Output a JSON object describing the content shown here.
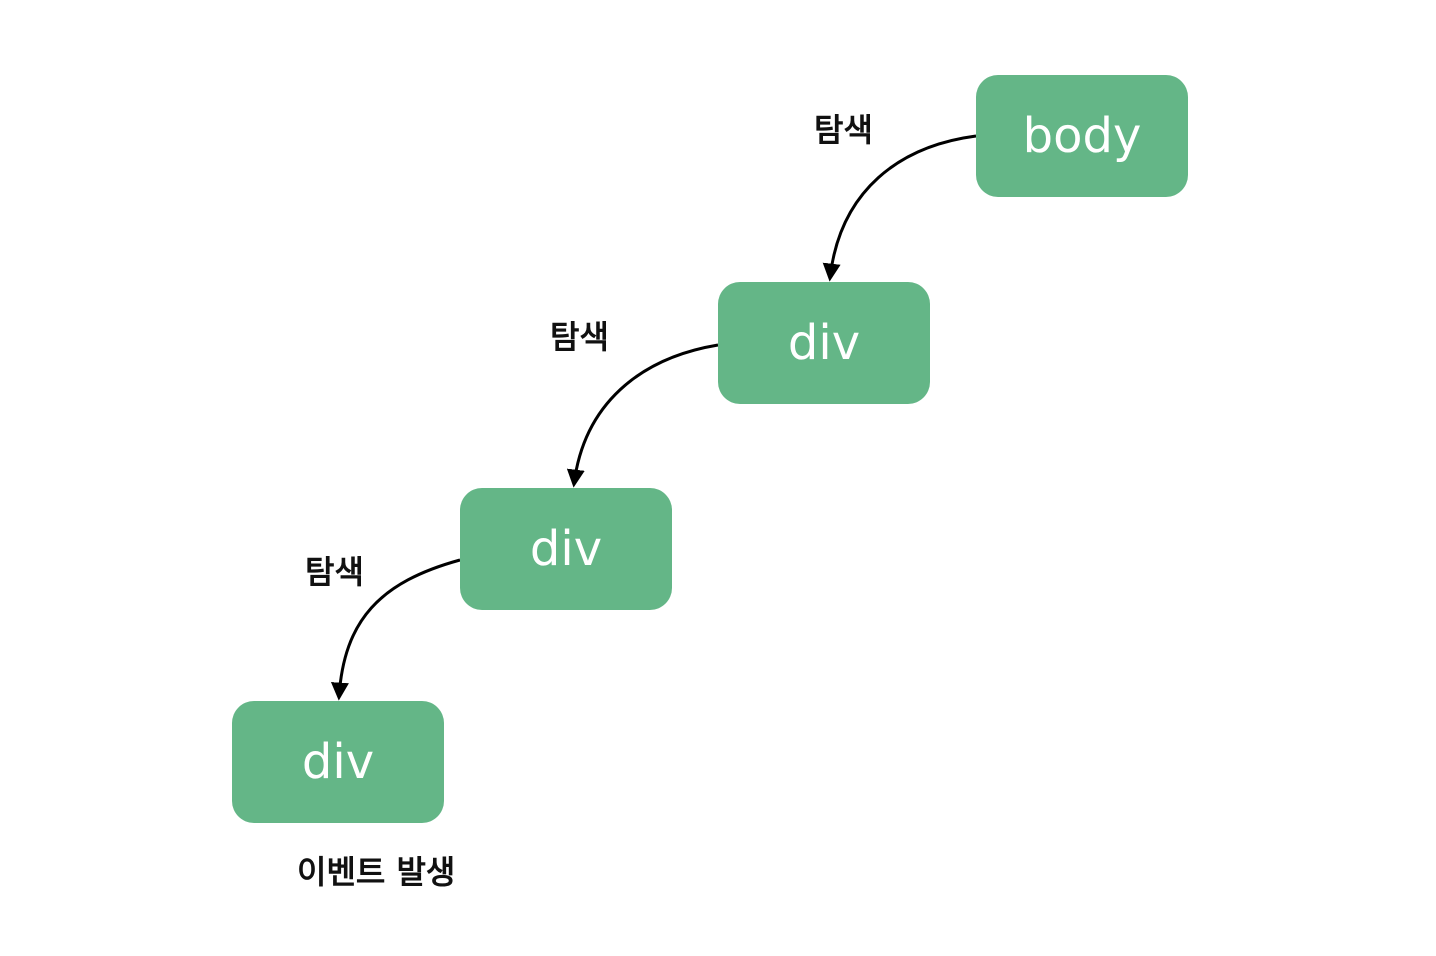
{
  "nodes": [
    {
      "id": "body",
      "label": "body"
    },
    {
      "id": "div-1",
      "label": "div"
    },
    {
      "id": "div-2",
      "label": "div"
    },
    {
      "id": "div-3",
      "label": "div"
    }
  ],
  "edges": [
    {
      "from": "body",
      "to": "div-1",
      "label": "탐색"
    },
    {
      "from": "div-1",
      "to": "div-2",
      "label": "탐색"
    },
    {
      "from": "div-2",
      "to": "div-3",
      "label": "탐색"
    }
  ],
  "event_label": "이벤트 발생",
  "colors": {
    "node_fill": "#64b687",
    "node_text": "#ffffff",
    "arrow": "#000000",
    "label_text": "#111111"
  }
}
